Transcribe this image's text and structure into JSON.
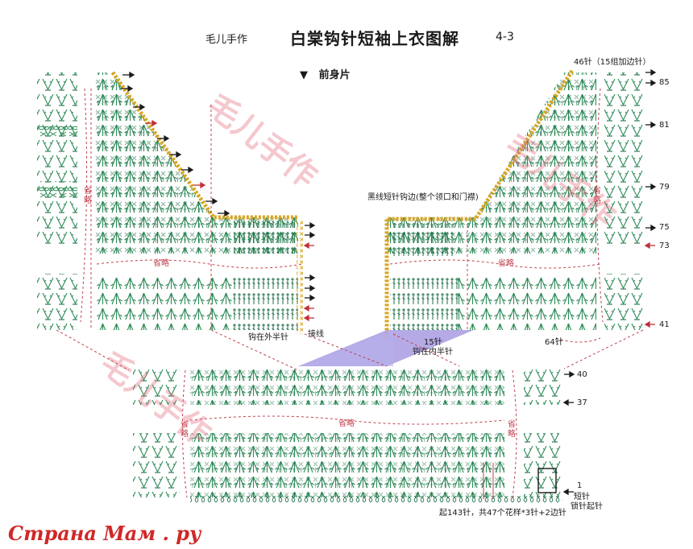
{
  "header": {
    "brand": "毛儿手作",
    "title": "白棠钩针短袖上衣图解",
    "code": "4-3"
  },
  "section": {
    "marker": "▼",
    "label": "前身片"
  },
  "top_note": "46针（15组加边针）",
  "annotations": {
    "border": "黑线短针钩边(整个领口和门襟)",
    "outer_loop": "钩在外半针",
    "inner_loop": "钩在内半针",
    "join": "接线",
    "count_15": "15针",
    "count_64": "64针",
    "omit": "省略",
    "sc_label": "短针",
    "chain_label": "锁针起针",
    "foundation": "起143针，共47个花样*3针+2边针"
  },
  "row_numbers": {
    "r85": "85",
    "r81": "81",
    "r79": "79",
    "r75": "75",
    "r73": "73",
    "r41": "41",
    "r40": "40",
    "r37": "37",
    "r1": "1"
  },
  "watermark": "毛儿手作",
  "footer": "Страна Мам . ру",
  "colors": {
    "stitch_green": "#2e8b57",
    "stitch_dark": "#1f6f4a",
    "chain_orange": "#d9a521",
    "red_dash": "#c0404f",
    "arrow_red": "#c0303a",
    "purple_fill": "#a89be0",
    "blue_fill": "#8fa8e0"
  }
}
